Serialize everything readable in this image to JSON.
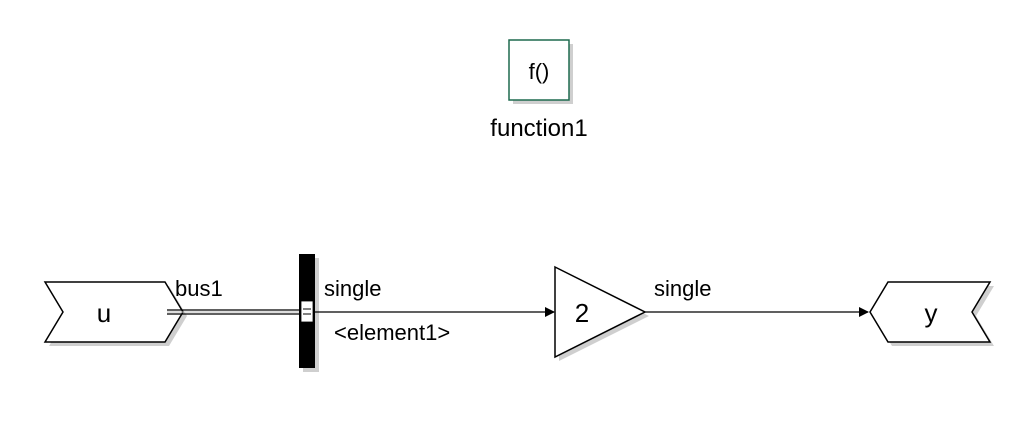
{
  "colors": {
    "function_block": "#1e6a4f",
    "line": "#000000",
    "background": "#ffffff"
  },
  "blocks": {
    "function_call": {
      "text": "f()",
      "name": "function1",
      "icon": "function-call-subsystem-icon"
    },
    "inport": {
      "text": "u",
      "icon": "inport-icon"
    },
    "bus_selector": {
      "icon": "bus-selector-icon"
    },
    "gain": {
      "value": "2",
      "icon": "gain-triangle-icon"
    },
    "outport": {
      "text": "y",
      "icon": "outport-icon"
    }
  },
  "signals": {
    "bus": {
      "label": "bus1"
    },
    "selector_out": {
      "type_label": "single",
      "element_label": "<element1>"
    },
    "gain_out": {
      "type_label": "single"
    }
  }
}
